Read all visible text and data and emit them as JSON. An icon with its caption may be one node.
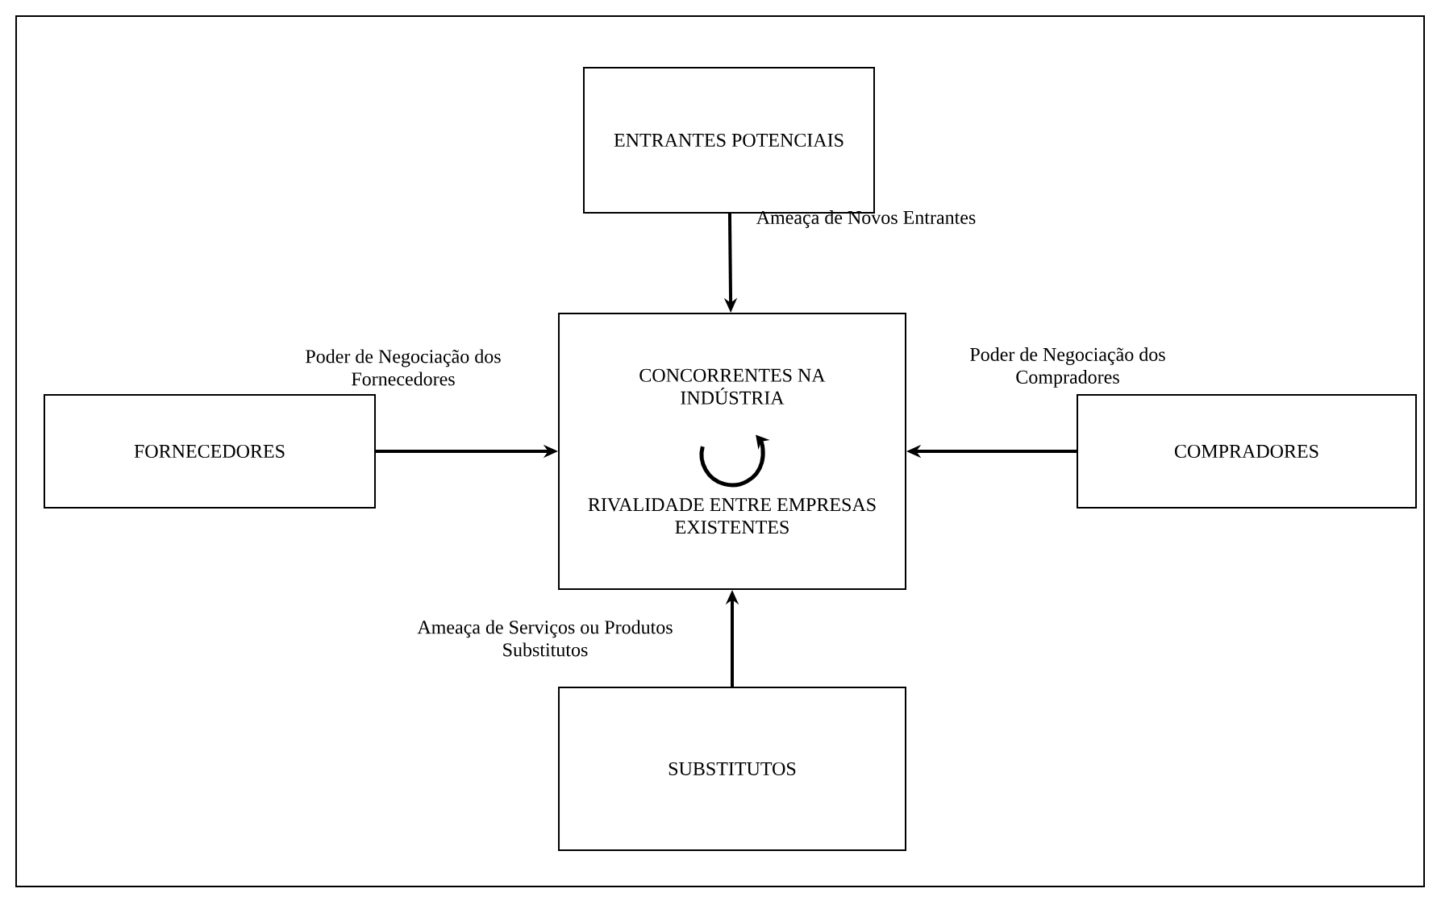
{
  "diagram": {
    "nodes": [
      {
        "text": [
          "ENTRANTES POTENCIAIS"
        ]
      },
      {
        "text": [
          "FORNECEDORES"
        ]
      },
      {
        "text": [
          "CONCORRENTES NA INDÚSTRIA",
          "RIVALIDADE ENTRE EMPRESAS EXISTENTES"
        ]
      },
      {
        "text": [
          "COMPRADORES"
        ]
      },
      {
        "text": [
          "SUBSTITUTOS"
        ]
      }
    ],
    "edges": [
      {
        "from": 0,
        "to": 2,
        "arrow": "to",
        "label": "Ameaça de Novos Entrantes"
      },
      {
        "from": 1,
        "to": 2,
        "arrow": "to",
        "label": "Poder de Negociação dos Fornecedores"
      },
      {
        "from": 3,
        "to": 2,
        "arrow": "to",
        "label": "Poder de Negociação dos Compradores"
      },
      {
        "from": 4,
        "to": 2,
        "arrow": "to",
        "label": "Ameaça de Serviços ou Produtos Substitutos"
      }
    ]
  }
}
